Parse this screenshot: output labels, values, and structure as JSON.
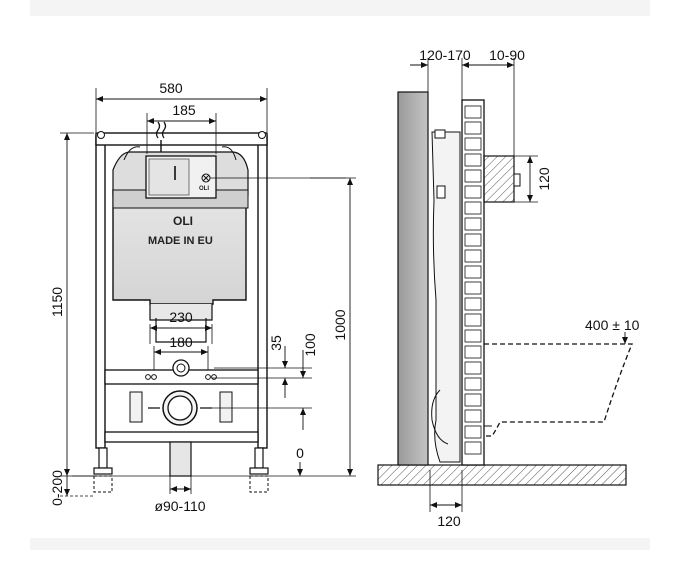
{
  "front_view": {
    "width_total": "580",
    "width_valve": "185",
    "height_total": "1150",
    "height_1000": "1000",
    "dim_230": "230",
    "dim_180": "180",
    "dim_35": "35",
    "dim_100": "100",
    "zero_label": "0",
    "foot_adjust": "0-200",
    "drain_diameter": "ø90-110",
    "logo_oli": "OLI",
    "made_in": "MADE IN EU",
    "small_logo": "OLI"
  },
  "side_view": {
    "depth_wall": "120-170",
    "depth_pipe": "10-90",
    "height_120": "120",
    "bowl_height": "400 ± 10",
    "base_120": "120"
  }
}
